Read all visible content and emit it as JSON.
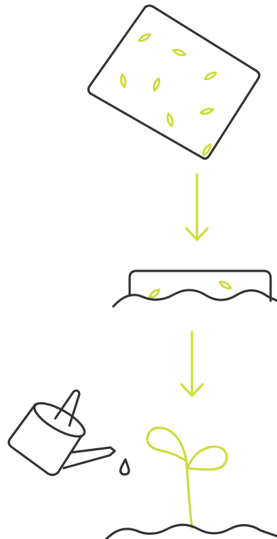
{
  "colors": {
    "ink": "#333333",
    "accent": "#cddc39",
    "background": "#ffffff"
  },
  "steps": [
    {
      "name": "seed-packet",
      "icon": "seed-packet-icon"
    },
    {
      "name": "seeds-in-soil",
      "icon": "seeds-in-soil-icon"
    },
    {
      "name": "watering-sprout",
      "icon": "watering-can-icon"
    }
  ],
  "arrows": 2,
  "packet_seed_count": 8
}
